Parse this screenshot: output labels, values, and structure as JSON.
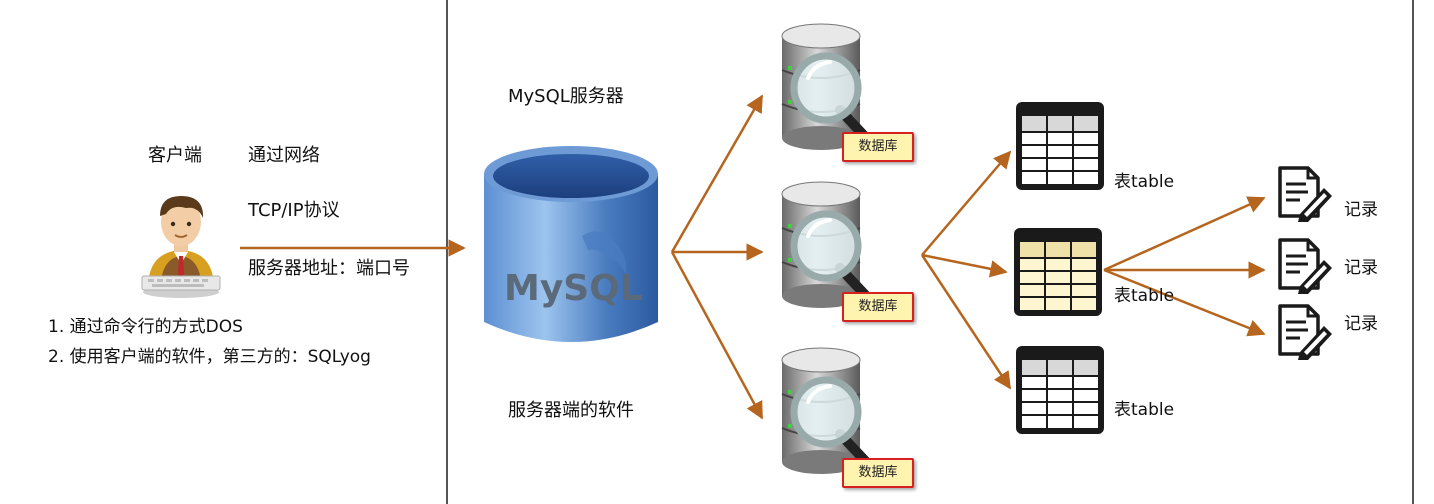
{
  "client": {
    "label": "客户端",
    "network_label": "通过网络",
    "protocol_label": "TCP/IP协议",
    "address_label": "服务器地址：端口号",
    "notes": [
      "1. 通过命令行的方式DOS",
      "2. 使用客户端的软件，第三方的：SQLyog"
    ]
  },
  "server": {
    "title": "MySQL服务器",
    "logo_text": "MySQL",
    "subtitle": "服务器端的软件"
  },
  "databases": [
    {
      "label": "数据库"
    },
    {
      "label": "数据库"
    },
    {
      "label": "数据库"
    }
  ],
  "tables": [
    {
      "label": "表table"
    },
    {
      "label": "表table"
    },
    {
      "label": "表table"
    }
  ],
  "records": [
    {
      "label": "记录"
    },
    {
      "label": "记录"
    },
    {
      "label": "记录"
    }
  ],
  "colors": {
    "arrow": "#b5651d",
    "cylinder": "#3f6fb5",
    "badge_fill": "#fff3b0",
    "badge_border": "#d92020"
  },
  "icons": {
    "client": "user-at-computer-icon",
    "server": "mysql-cylinder-icon",
    "database": "database-magnifier-icon",
    "table": "table-grid-icon",
    "record": "document-pencil-icon"
  }
}
